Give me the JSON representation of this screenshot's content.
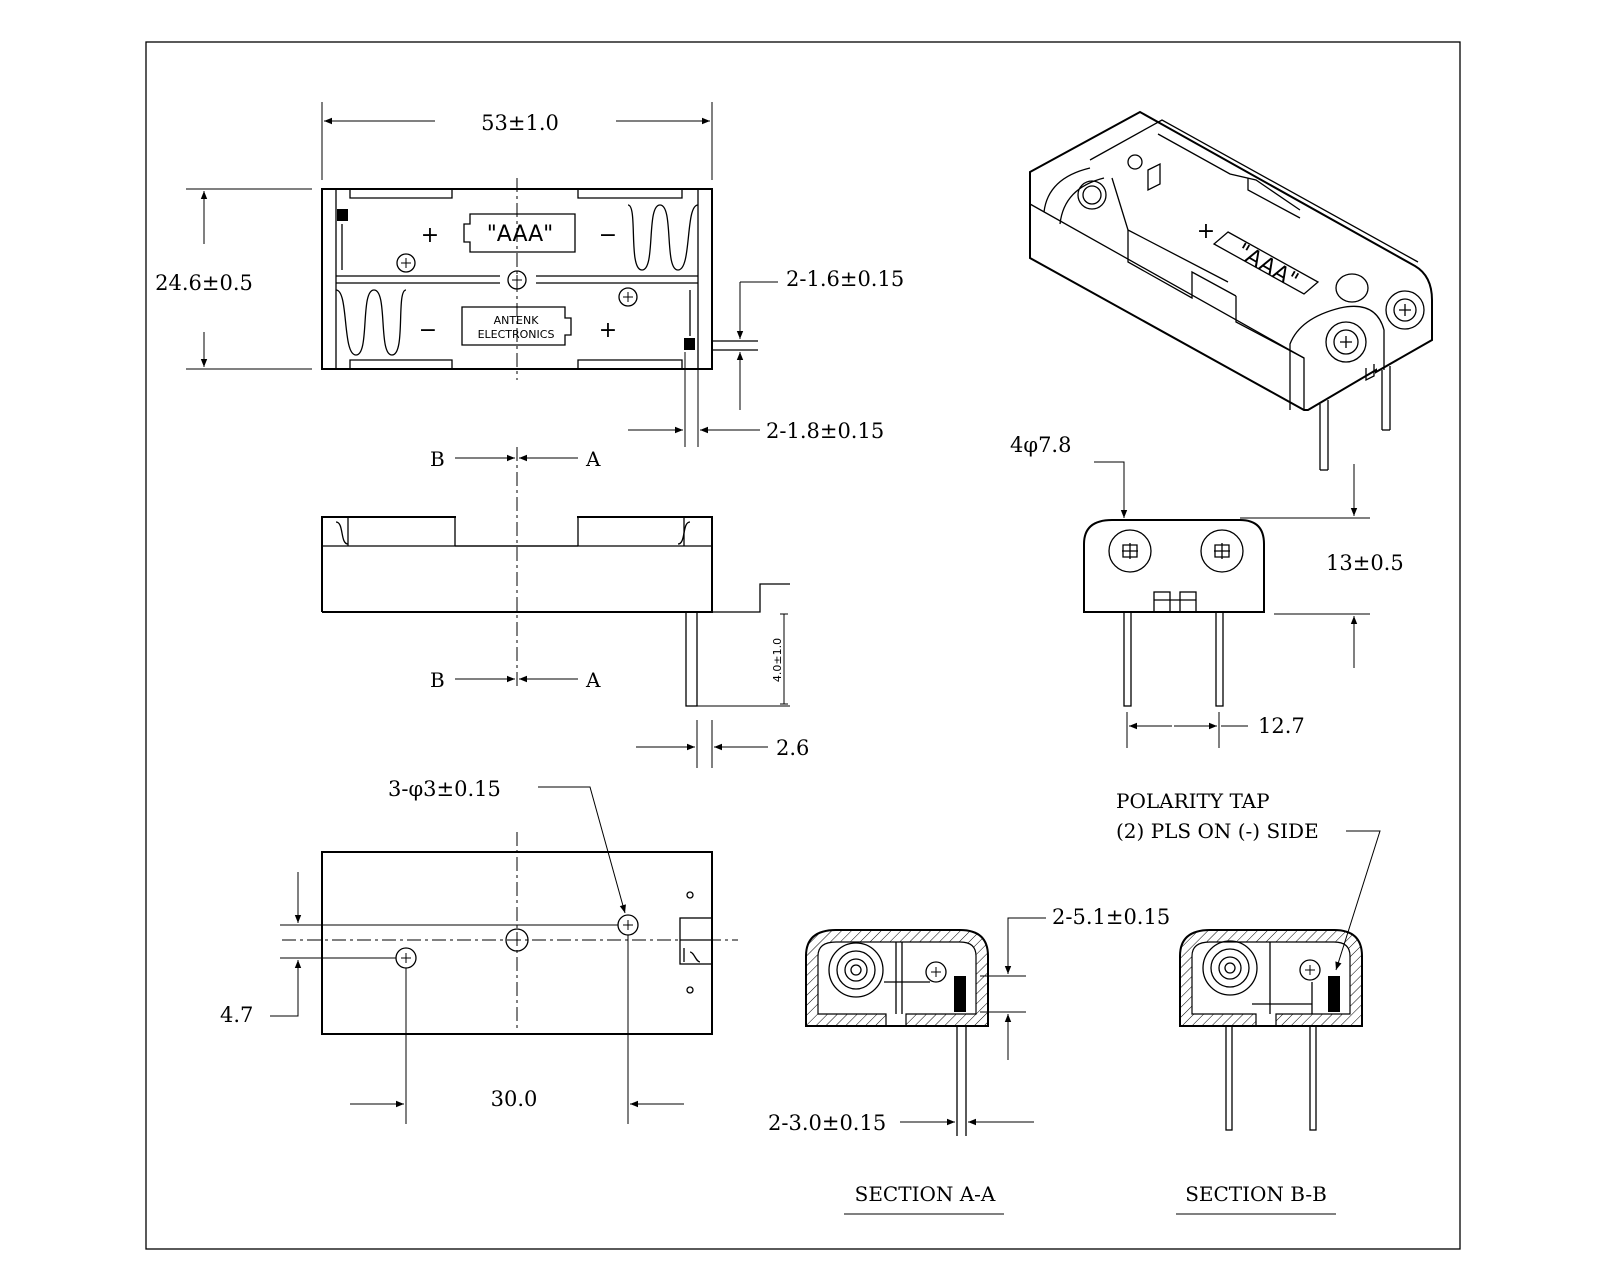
{
  "dimensions": {
    "overall_length": "53±1.0",
    "overall_width": "24.6±0.5",
    "pin_thickness": "2-1.6±0.15",
    "pin_width": "2-1.8±0.15",
    "pin_offset": "2.6",
    "pin_length": "4.0±1.0",
    "mount_holes": "3-φ3±0.15",
    "hole_offset_y": "4.7",
    "hole_spacing": "30.0",
    "screw_diameter": "4φ7.8",
    "height": "13±0.5",
    "pin_pitch": "12.7",
    "tab_height": "2-5.1±0.15",
    "tab_width": "2-3.0±0.15"
  },
  "top_view": {
    "battery_label": "\"AAA\"",
    "brand_line1": "ANTENK",
    "brand_line2": "ELECTRONICS",
    "plus": "+",
    "minus": "−"
  },
  "iso_view": {
    "plus": "+",
    "battery_label": "\"AAA\""
  },
  "section_markers": {
    "b": "B",
    "a": "A"
  },
  "notes": {
    "polarity_line1": "POLARITY TAP",
    "polarity_line2": "(2) PLS ON (-) SIDE"
  },
  "sections": {
    "a_title": "SECTION A-A",
    "b_title": "SECTION B-B"
  }
}
